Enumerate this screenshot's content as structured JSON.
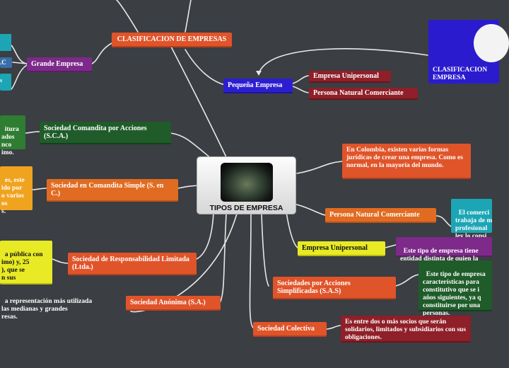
{
  "center": {
    "title": "TIPOS DE EMPRESA"
  },
  "clasificacion": {
    "label": "CLASIFICACION DE EMPRESAS"
  },
  "clasificacion_card": {
    "label": "CLASIFICACION\nEMPRESA"
  },
  "grande": {
    "label": "Grande Empresa",
    "child1": ".C",
    "child2": "s"
  },
  "pequena": {
    "label": "Pequeña Empresa",
    "sub1": "Empresa Unipersonal",
    "sub2": "Persona Natural Comerciante"
  },
  "sca": {
    "label": "Sociedad Comandita por Acciones (S.C.A.)",
    "note": "itura\nados\nnco\nimo."
  },
  "scs": {
    "label": "Sociedad en Comandita Simple (S. en C.)",
    "note": "es, este\nido por\no varios\nos\ns."
  },
  "ltda": {
    "label": "Sociedad de Responsabilidad Limitada (Ltda.)",
    "note": "a pública con\nimo) y, 25\n), que se\nn sus"
  },
  "sa": {
    "label": "Sociedad Anónima (S.A.)",
    "note": "a representación más utilizada\nlas medianas y grandes\nresas."
  },
  "colombia": {
    "text": "En Colombia, existen varias formas jurídicas de crear una empresa. Como es normal, en la mayoría del mundo."
  },
  "pnc": {
    "label": "Persona Natural Comerciante",
    "note": "El comerci\ntrabaja de m\nprofesional\nley lo consi"
  },
  "eu": {
    "label": "Empresa Unipersonal",
    "note": "Este tipo de empresa tiene\nentidad distinta de quien la"
  },
  "sas": {
    "label": "Sociedades por Acciones Simplificadas (S.A.S)",
    "note": "Este tipo de empresa\ncaracterísticas para\nconstitutivo que se i\naños siguientes, ya q\nconstituirse por una\npersonas."
  },
  "colectiva": {
    "label": "Sociedad Colectiva",
    "note": "Es entre dos o más socios que serán solidarios, limitados y subsidiarios con sus obligaciones."
  },
  "colors": {
    "background": "#3b3e42",
    "links": "#e8e8e8"
  }
}
